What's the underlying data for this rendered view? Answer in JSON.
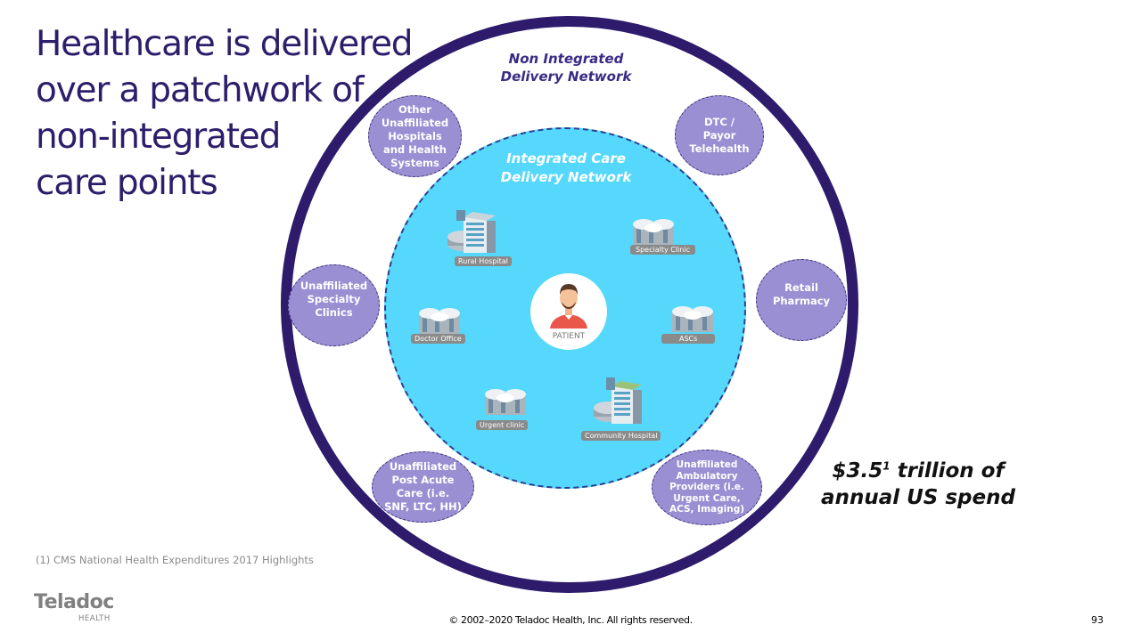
{
  "slide": {
    "title_lines": [
      "Healthcare is delivered",
      "over a patchwork of",
      "non-integrated",
      "care points"
    ],
    "outer_network_label": [
      "Non Integrated",
      "Delivery Network"
    ],
    "inner_network_label": [
      "Integrated Care",
      "Delivery Network"
    ],
    "non_integrated_points": [
      {
        "lines": [
          "Other",
          "Unaffiliated",
          "Hospitals",
          "and Health",
          "Systems"
        ]
      },
      {
        "lines": [
          "DTC /",
          "Payor",
          "Telehealth"
        ]
      },
      {
        "lines": [
          "Unaffiliated",
          "Specialty",
          "Clinics"
        ]
      },
      {
        "lines": [
          "Retail",
          "Pharmacy"
        ]
      },
      {
        "lines": [
          "Unaffiliated",
          "Post Acute",
          "Care (i.e.",
          "SNF, LTC, HH)"
        ]
      },
      {
        "lines": [
          "Unaffiliated",
          "Ambulatory",
          "Providers (i.e.",
          "Urgent Care,",
          "ACS, Imaging)"
        ]
      }
    ],
    "integrated_points": [
      {
        "label": "Rural Hospital",
        "icon": "hospital-icon"
      },
      {
        "label": "Specialty Clinic",
        "icon": "clinic-building-icon"
      },
      {
        "label": "Doctor Office",
        "icon": "clinic-building-icon"
      },
      {
        "label": "ASCs",
        "icon": "clinic-building-icon"
      },
      {
        "label": "Urgent clinic",
        "icon": "clinic-building-icon"
      },
      {
        "label": "Community Hospital",
        "icon": "hospital-icon"
      }
    ],
    "patient_label": "PATIENT",
    "spend": {
      "value": "$3.5",
      "footnote_marker": "1",
      "rest_line1": "trillion of",
      "line2": "annual US spend"
    },
    "footnote": "(1) CMS National Health Expenditures 2017 Highlights"
  },
  "footer": {
    "logo_text": "Teladoc",
    "logo_sub": "HEALTH",
    "copyright": "© 2002–2020 Teladoc Health, Inc. All rights reserved.",
    "page_number": "93"
  },
  "colors": {
    "title": "#2d1d6b",
    "ring": "#2e1b6b",
    "integrated_fill": "#55d8fb",
    "bubble_fill": "#9a8fd3"
  }
}
